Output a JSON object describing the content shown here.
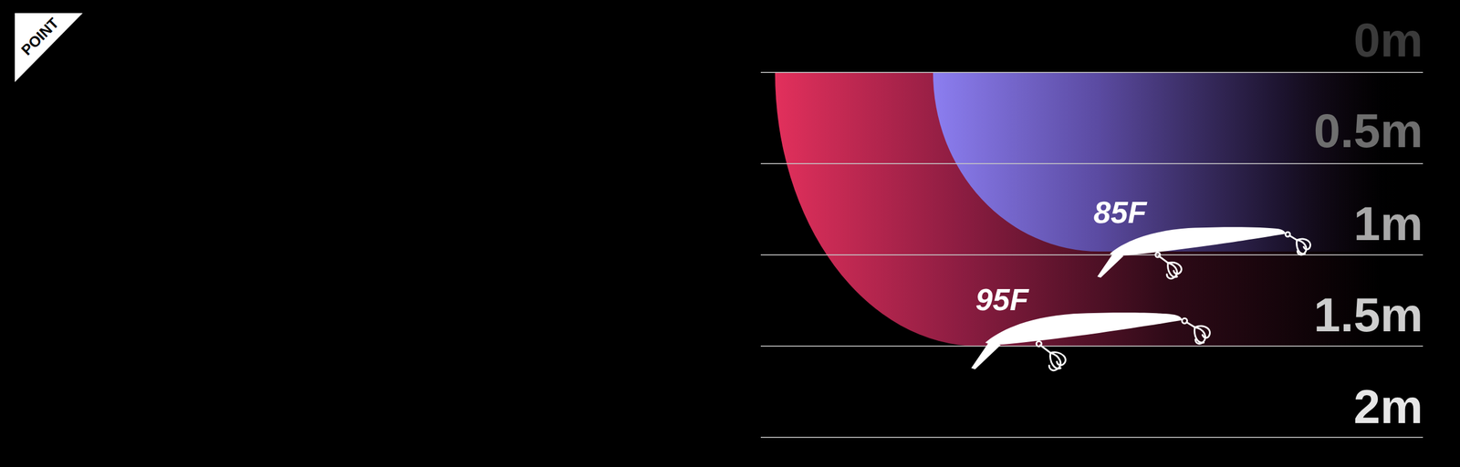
{
  "diagram": {
    "labels": [
      "POINT",
      "0m",
      "0.5m",
      "1m",
      "1.5m",
      "2m",
      "85F",
      "95F"
    ]
  }
}
